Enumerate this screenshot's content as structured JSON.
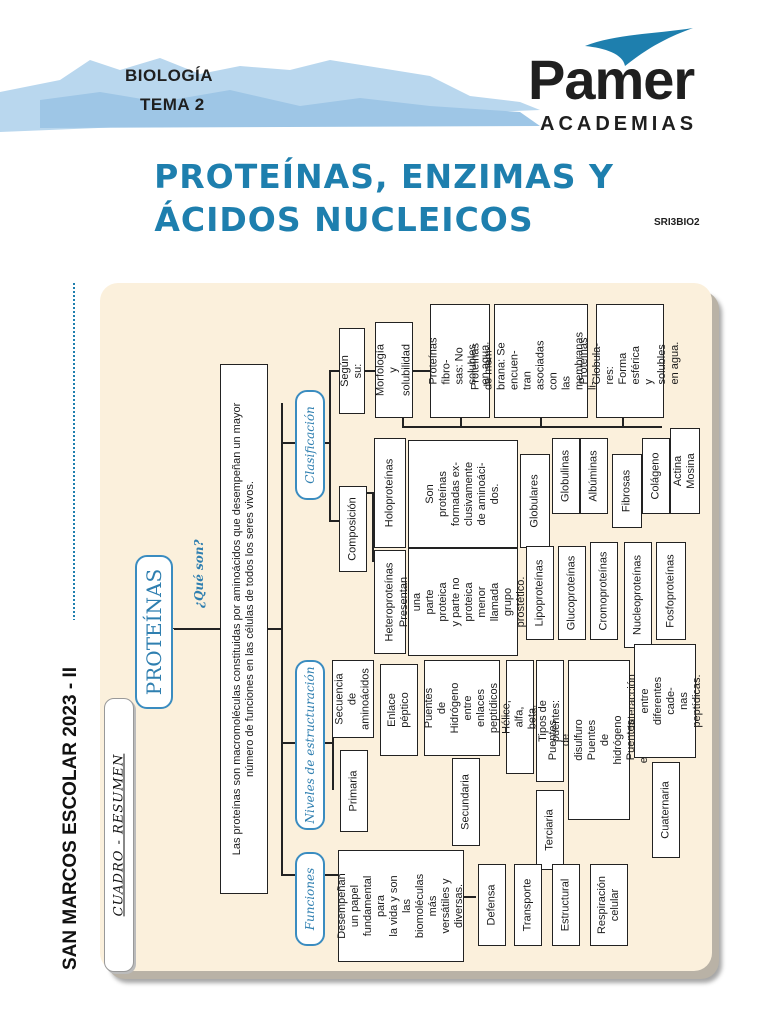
{
  "header": {
    "subject": "BIOLOGÍA",
    "topic": "TEMA 2",
    "logo_name": "Pamer",
    "logo_sub": "ACADEMIAS"
  },
  "title": {
    "line1": "PROTEÍNAS, ENZIMAS Y",
    "line2": "ÁCIDOS NUCLEICOS",
    "code": "SRI3BIO2"
  },
  "side": {
    "text": "SAN MARCOS ESCOLAR 2023 - II",
    "badge": "CUADRO - RESUMEN"
  },
  "colors": {
    "accent": "#1e7fae",
    "panel": "#fbf0dc"
  },
  "map": {
    "main": "PROTEÍNAS",
    "que_son": "¿Qué son?",
    "definition": "Las proteínas son macromoléculas constituidas por aminoácidos que desempeñan un mayor\nnúmero de funciones en las células de todos los seres vivos.",
    "funciones": {
      "label": "Funciones",
      "desc": "Desempeñan\nun papel\nfundamental para\nla vida y son las\nbiomoléculas\nmás versátiles y\ndiversas.",
      "items": [
        "Defensa",
        "Transporte",
        "Estructural",
        "Respiración\ncelular"
      ]
    },
    "niveles": {
      "label": "Niveles de estructuración",
      "primaria": "Primaria",
      "primaria_1": "Secuencia de\naminoácidos",
      "primaria_2": "Enlace\npéptico",
      "secundaria": "Secundaria",
      "secundaria_1": "Puentes de\nHidrógeno\nentre enlaces\npeptídicos",
      "secundaria_2": "Hélice, alfa, beta.",
      "terciaria": "Terciaria",
      "terciaria_1": "Tipos de puentes:",
      "terciaria_2": "Puentes de disulfuro\nPuentes de hidrógeno\nPuentes eléctricos",
      "cuaternaria": "Cuaternaria",
      "cuaternaria_1": "Interacción entre\ndiferentes cade-\nnas peptídicas."
    },
    "clasificacion": {
      "label": "Clasificación",
      "composicion": "Composición",
      "holo": "Holoproteínas",
      "holo_desc": "Son proteínas\nformadas ex-\nclusivamente\nde aminoáci-\ndos.",
      "globulares": "Globulares",
      "globulinas": "Globulinas",
      "albuminas": "Albúminas",
      "fibrosas": "Fibrosas",
      "colageno": "Colágeno",
      "actina": "Actina Mosina",
      "hetero": "Heteroproteínas",
      "hetero_desc": "Presentan una\nparte proteica\ny parte no\nproteica menor\nllamada grupo\nprostético.",
      "hetero_items": [
        "Lipoproteínas",
        "Glucoproteínas",
        "Cromoproteínas",
        "Nucleoproteínas",
        "Fosfoproteínas"
      ],
      "segun": "Según su:",
      "morfologia": "Morfología y\nsolubilidad",
      "fibrosas_desc": "Proteínas fibro-\nsas: No solubles\nen agua.",
      "membrana_desc": "Proteínas de mem-\nbrana: Se encuen-\ntran asociadas con\nlas membranas li-\npídicas.",
      "globulares_desc": "Proteínas Globula-\nres: Forma esférica\ny solubles en agua."
    }
  }
}
